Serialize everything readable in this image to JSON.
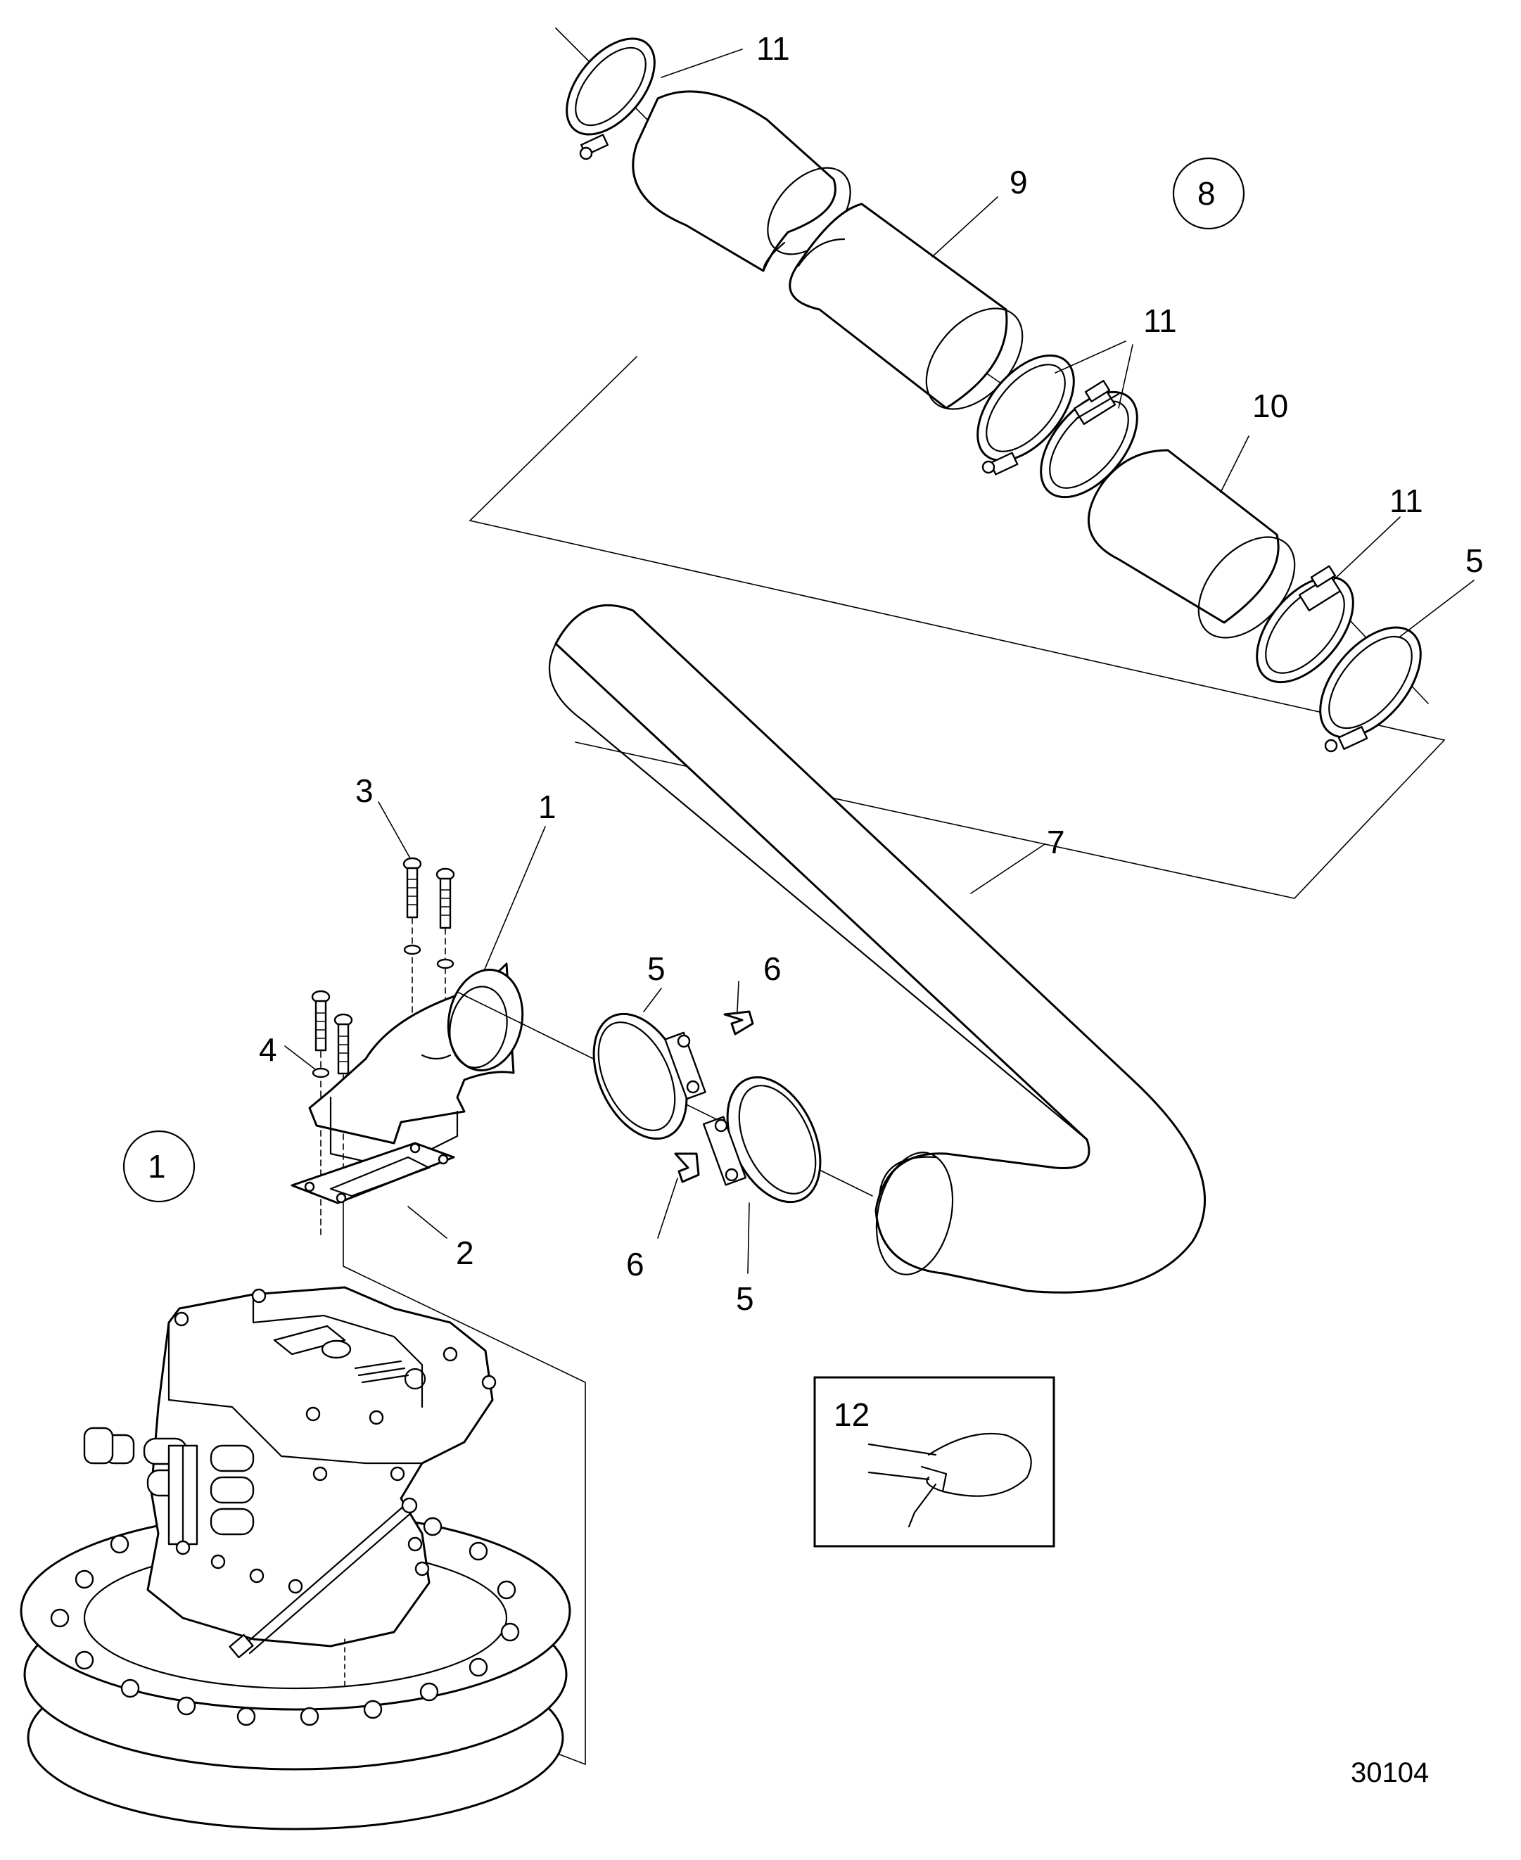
{
  "callouts": {
    "c1": "1",
    "c2": "2",
    "c3": "3",
    "c4": "4",
    "c5": "5",
    "c6": "6",
    "c7": "7",
    "c8": "8",
    "c9": "9",
    "c10": "10",
    "c11": "11",
    "c12": "12"
  },
  "drawing_number": "30104"
}
